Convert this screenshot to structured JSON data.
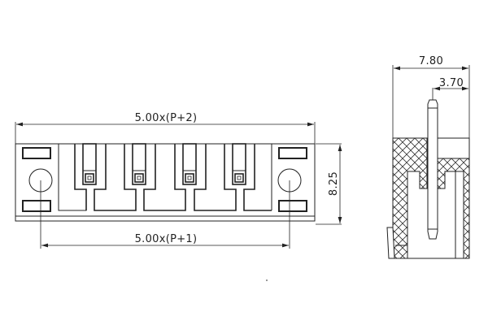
{
  "drawing": {
    "type": "terminal block connector technical drawing",
    "front_view": {
      "dimension_top": "5.00x(P+2)",
      "dimension_bottom": "5.00x(P+1)",
      "dimension_height": "8.25",
      "pin_count": 4
    },
    "side_view": {
      "dimension_width": "7.80",
      "dimension_pin_offset": "3.70"
    },
    "colors": {
      "line": "#222222",
      "background": "#ffffff"
    }
  }
}
